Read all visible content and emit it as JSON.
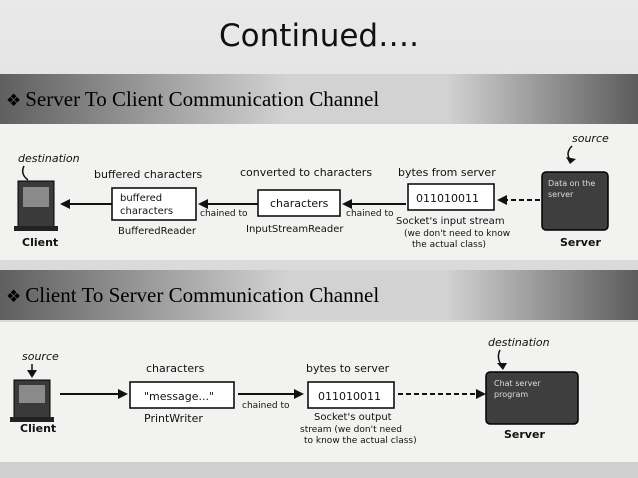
{
  "title": "Continued….",
  "sections": [
    {
      "bullet": "❖",
      "heading": "Server To Client Communication Channel",
      "labels": {
        "destination": "destination",
        "client": "Client",
        "buffered_characters": "buffered characters",
        "box_buffered": "buffered characters",
        "buffered_reader": "BufferedReader",
        "chained_to_1": "chained to",
        "converted": "converted to characters",
        "box_characters": "characters",
        "input_stream_reader": "InputStreamReader",
        "chained_to_2": "chained to",
        "bytes_from_server": "bytes from server",
        "box_bits": "011010011",
        "socket_input": "Socket's input stream",
        "note": "(we don't need to know the actual class)",
        "source": "source",
        "server_box": "Data on the server",
        "server": "Server"
      }
    },
    {
      "bullet": "❖",
      "heading": "Client To Server Communication Channel",
      "labels": {
        "source": "source",
        "client": "Client",
        "characters": "characters",
        "box_message": "\"message...\"",
        "print_writer": "PrintWriter",
        "chained_to": "chained to",
        "bytes_to_server": "bytes to server",
        "box_bits": "011010011",
        "socket_output": "Socket's output stream (we don't need to know the actual class)",
        "destination": "destination",
        "server_box": "Chat server program",
        "server": "Server"
      }
    }
  ]
}
